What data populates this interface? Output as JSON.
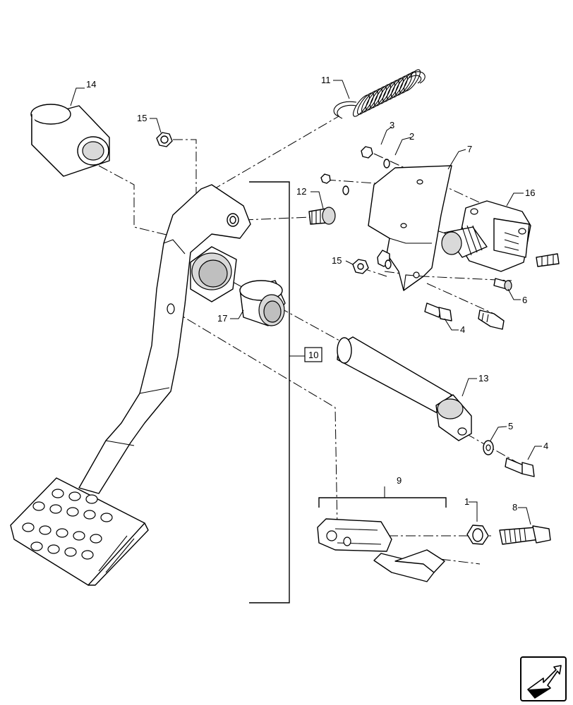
{
  "callouts": {
    "c1": "1",
    "c2": "2",
    "c3": "3",
    "c4a": "4",
    "c4b": "4",
    "c5": "5",
    "c6": "6",
    "c7": "7",
    "c8": "8",
    "c9": "9",
    "c10": "10",
    "c11": "11",
    "c12": "12",
    "c13": "13",
    "c14": "14",
    "c15a": "15",
    "c15b": "15",
    "c16": "16",
    "c17": "17"
  },
  "icons": {
    "navigation": "next-page-arrow-icon"
  }
}
